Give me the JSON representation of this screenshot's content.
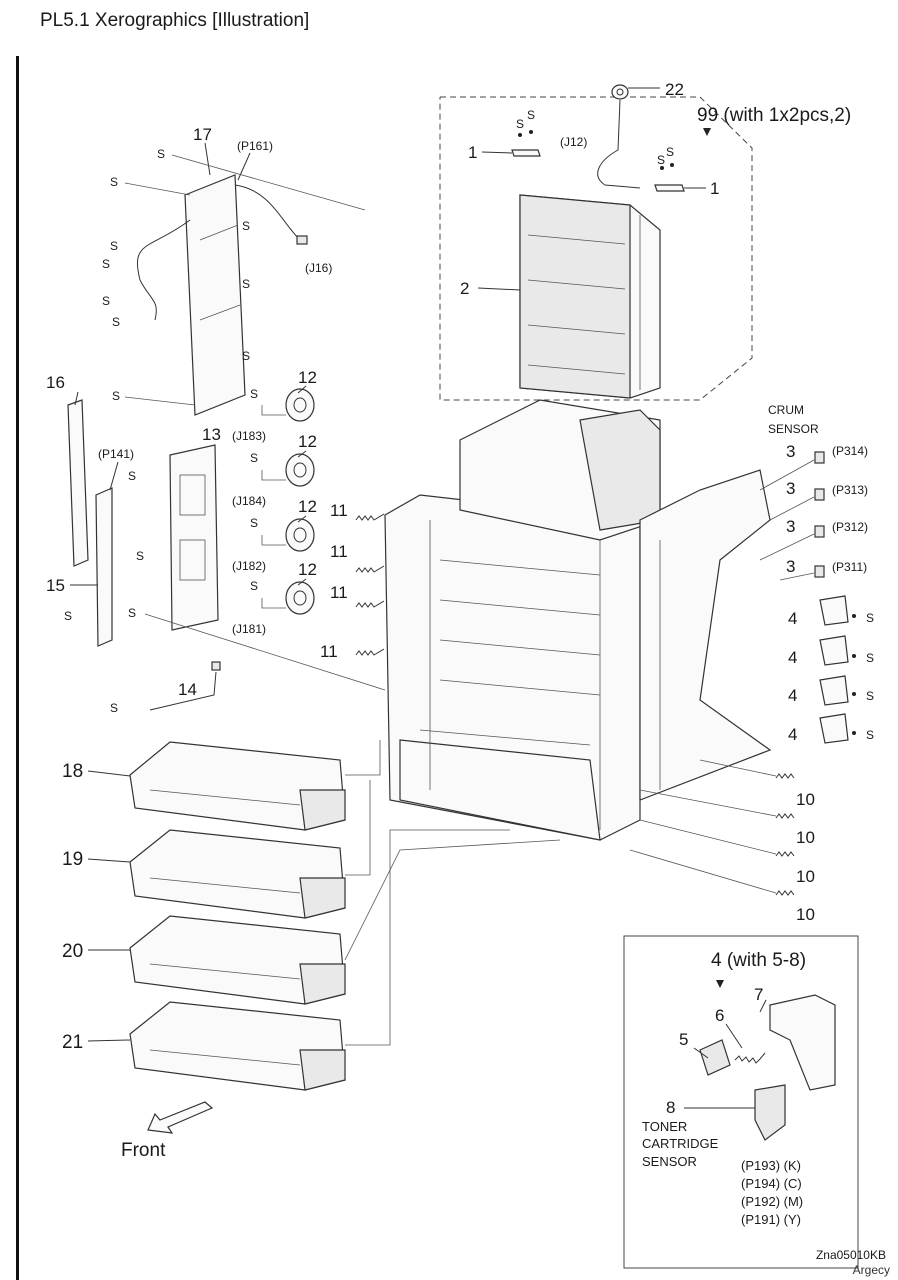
{
  "title": "PL5.1 Xerographics  [Illustration]",
  "callouts": {
    "c22": "22",
    "c99": "99 (with 1x2pcs,2)",
    "c1a": "1",
    "c1b": "1",
    "c2": "2",
    "c17": "17",
    "c16": "16",
    "c15": "15",
    "c13": "13",
    "c14": "14",
    "c12a": "12",
    "c12b": "12",
    "c12c": "12",
    "c12d": "12",
    "c11a": "11",
    "c11b": "11",
    "c11c": "11",
    "c11d": "11",
    "c3a": "3",
    "c3b": "3",
    "c3c": "3",
    "c3d": "3",
    "c4a": "4",
    "c4b": "4",
    "c4c": "4",
    "c4d": "4",
    "c10a": "10",
    "c10b": "10",
    "c10c": "10",
    "c10d": "10",
    "c18": "18",
    "c19": "19",
    "c20": "20",
    "c21": "21",
    "c5": "5",
    "c6": "6",
    "c7": "7",
    "c8": "8",
    "c4with": "4 (with 5-8)"
  },
  "connectors": {
    "p161": "(P161)",
    "j16": "(J16)",
    "j12": "(J12)",
    "p141": "(P141)",
    "j183": "(J183)",
    "j184": "(J184)",
    "j182": "(J182)",
    "j181": "(J181)",
    "p314": "(P314)",
    "p313": "(P313)",
    "p312": "(P312)",
    "p311": "(P311)"
  },
  "screw": "S",
  "crum_line1": "CRUM",
  "crum_line2": "SENSOR",
  "toner_line1": "TONER",
  "toner_line2": "CARTRIDGE",
  "toner_line3": "SENSOR",
  "sensor_codes": [
    "(P193) (K)",
    "(P194) (C)",
    "(P192) (M)",
    "(P191) (Y)"
  ],
  "front": "Front",
  "drawing_code": "Zna05010KB",
  "watermark": "Argecy"
}
